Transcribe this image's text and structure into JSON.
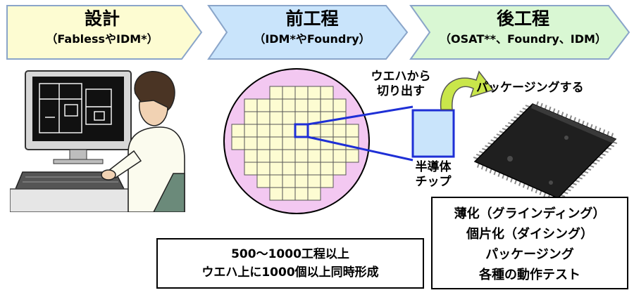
{
  "stages": [
    {
      "title": "設計",
      "subtitle": "（FablessやIDM*）",
      "color": "#fdfcd2"
    },
    {
      "title": "前工程",
      "subtitle": "（IDM*やFoundry）",
      "color": "#c9e4fb"
    },
    {
      "title": "後工程",
      "subtitle": "（OSAT**、Foundry、IDM）",
      "color": "#d9f7d3"
    }
  ],
  "wafer": {
    "cut_label": [
      "ウエハから",
      "切り出す"
    ],
    "chip_label": [
      "半導体",
      "チップ"
    ],
    "wafer_color": "#f3c8f1",
    "die_color": "#fdfcd2",
    "chip_color": "#c9e4fb",
    "link_color": "#1e2fd6"
  },
  "package": {
    "label": "パッケージングする",
    "arrow_color": "#c9e64a"
  },
  "front_process_box": [
    "500～1000工程以上",
    "ウエハ上に1000個以上同時形成"
  ],
  "back_process_box": [
    "薄化（グラインディング）",
    "個片化（ダイシング）",
    "パッケージング",
    "各種の動作テスト"
  ]
}
